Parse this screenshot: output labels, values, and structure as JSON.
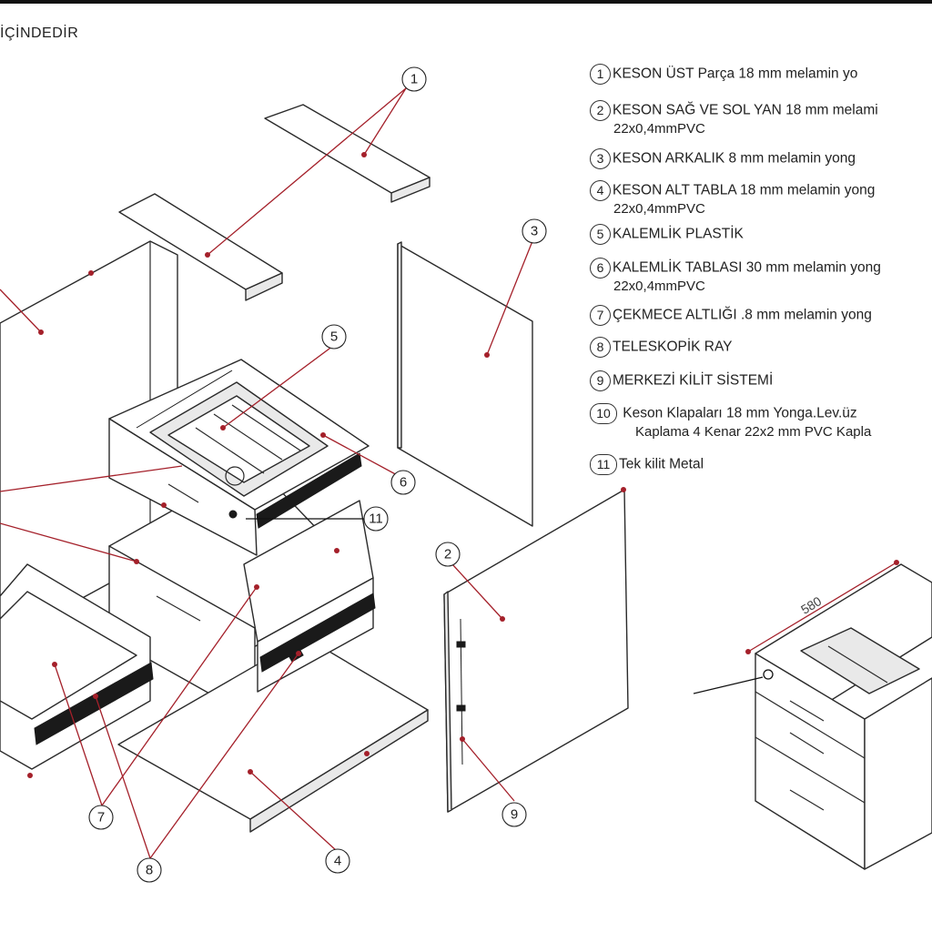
{
  "note": "İÇİNDEDİR",
  "legend": [
    {
      "num": "1",
      "text": "KESON ÜST  Parça    18 mm melamin yo",
      "sub": ""
    },
    {
      "num": "2",
      "text": "KESON SAĞ VE SOL YAN  18 mm melami",
      "sub": "22x0,4mmPVC"
    },
    {
      "num": "3",
      "text": "KESON ARKALIK     8 mm melamin yong",
      "sub": ""
    },
    {
      "num": "4",
      "text": "KESON ALT TABLA 18 mm melamin yong",
      "sub": "22x0,4mmPVC"
    },
    {
      "num": "5",
      "text": "KALEMLİK  PLASTİK",
      "sub": ""
    },
    {
      "num": "6",
      "text": "KALEMLİK TABLASI  30 mm  melamin yong",
      "sub": "22x0,4mmPVC"
    },
    {
      "num": "7",
      "text": "ÇEKMECE ALTLIĞI    .8 mm melamin yong",
      "sub": ""
    },
    {
      "num": "8",
      "text": "TELESKOPİK RAY",
      "sub": ""
    },
    {
      "num": "9",
      "text": "MERKEZİ KİLİT SİSTEMİ",
      "sub": ""
    },
    {
      "num": "10",
      "text": "  Keson Klapaları 18 mm Yonga.Lev.üz",
      "sub": "Kaplama 4 Kenar 22x2 mm PVC Kapla"
    },
    {
      "num": "11",
      "text": "Tek kilit Metal",
      "sub": ""
    }
  ],
  "diagram": {
    "callouts": [
      "1",
      "2",
      "3",
      "4",
      "5",
      "6",
      "7",
      "8",
      "9",
      "11"
    ],
    "dimension": "580"
  }
}
